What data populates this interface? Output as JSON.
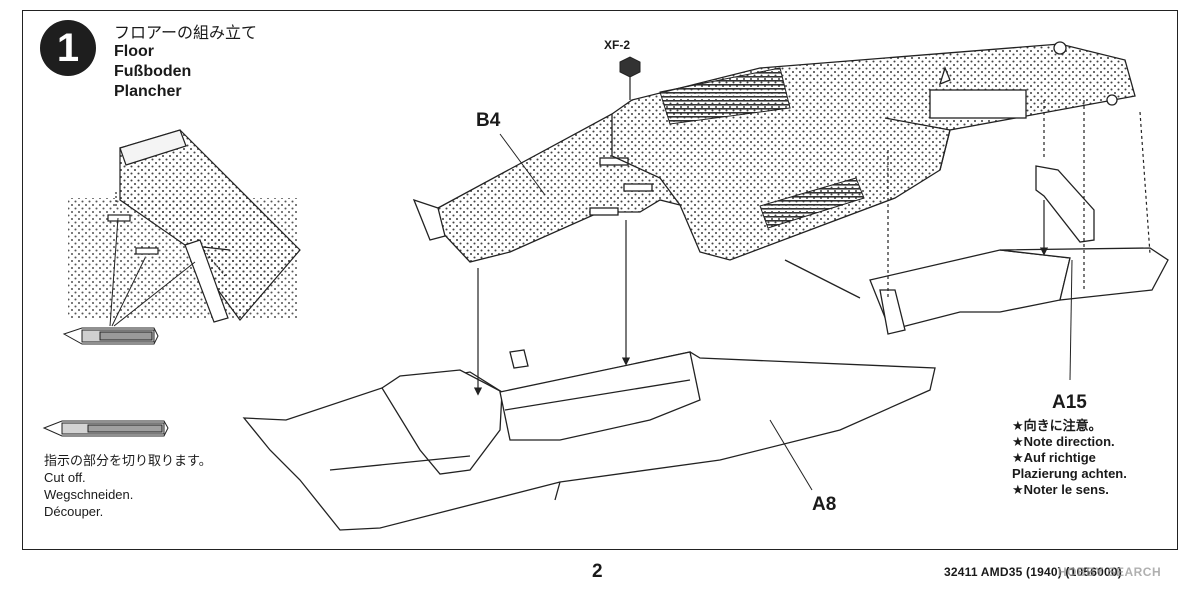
{
  "step": {
    "number": "1",
    "title_jp": "フロアーの組み立て",
    "title_en": "Floor",
    "title_de": "Fußboden",
    "title_fr": "Plancher"
  },
  "parts": {
    "b4": "B4",
    "a8": "A8",
    "a15": "A15",
    "paint": "XF-2"
  },
  "notes": {
    "direction_jp": "★向きに注意。",
    "direction_en": "★Note direction.",
    "direction_de_1": "★Auf richtige",
    "direction_de_2": "Plazierung achten.",
    "direction_fr": "★Noter le sens."
  },
  "cut_note": {
    "jp": "指示の部分を切り取ります。",
    "en": "Cut off.",
    "de": "Wegschneiden.",
    "fr": "Découper."
  },
  "footer": {
    "page": "2",
    "code": "32411 AMD35 (1940) (1056000)",
    "watermark": "HOBBY SEARCH"
  },
  "icons": [
    "knife-icon",
    "paint-hex-icon"
  ]
}
